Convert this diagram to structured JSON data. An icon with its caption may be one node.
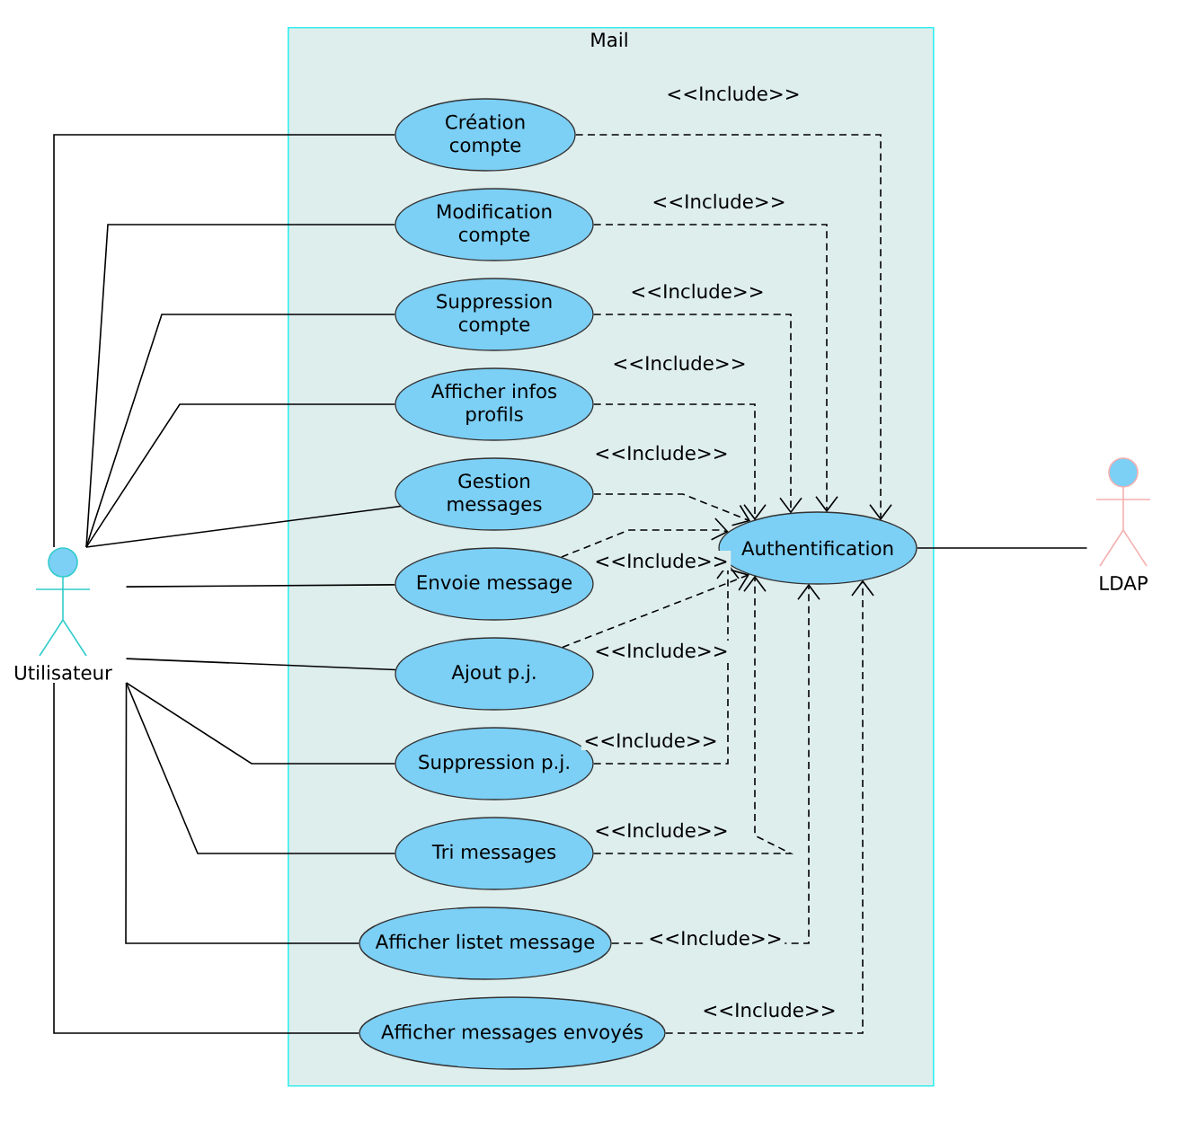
{
  "diagram": {
    "nodes": [
      {
        "text": [
          "Mail"
        ]
      },
      {
        "text": [
          "Création compte"
        ],
        "in": 0
      },
      {
        "text": [
          "Modification compte"
        ],
        "in": 0
      },
      {
        "text": [
          "Suppression compte"
        ],
        "in": 0
      },
      {
        "text": [
          "Afficher infos profils"
        ],
        "in": 0
      },
      {
        "text": [
          "Gestion messages"
        ],
        "in": 0
      },
      {
        "text": [
          "Authentification"
        ],
        "in": 0
      },
      {
        "text": [
          "Envoie message"
        ],
        "in": 0
      },
      {
        "text": [
          "Ajout p.j."
        ],
        "in": 0
      },
      {
        "text": [
          "Suppression p.j."
        ],
        "in": 0
      },
      {
        "text": [
          "Tri messages"
        ],
        "in": 0
      },
      {
        "text": [
          "Afficher listet message"
        ],
        "in": 0
      },
      {
        "text": [
          "Afficher messages envoyés"
        ],
        "in": 0
      },
      {
        "text": [
          "Utilisateur"
        ]
      },
      {
        "text": [
          "LDAP"
        ]
      }
    ],
    "edges": [
      {
        "from": 13,
        "to": 1,
        "arrow": "none"
      },
      {
        "from": 13,
        "to": 2,
        "arrow": "none"
      },
      {
        "from": 13,
        "to": 3,
        "arrow": "none"
      },
      {
        "from": 13,
        "to": 4,
        "arrow": "none"
      },
      {
        "from": 13,
        "to": 5,
        "arrow": "none"
      },
      {
        "from": 13,
        "to": 7,
        "arrow": "none"
      },
      {
        "from": 13,
        "to": 8,
        "arrow": "none"
      },
      {
        "from": 13,
        "to": 9,
        "arrow": "none"
      },
      {
        "from": 13,
        "to": 10,
        "arrow": "none"
      },
      {
        "from": 13,
        "to": 11,
        "arrow": "none"
      },
      {
        "from": 13,
        "to": 12,
        "arrow": "none"
      },
      {
        "from": 1,
        "to": 6,
        "arrow": "to",
        "style": "dashed",
        "label": "<<Include>>"
      },
      {
        "from": 2,
        "to": 6,
        "arrow": "to",
        "style": "dashed",
        "label": "<<Include>>"
      },
      {
        "from": 3,
        "to": 6,
        "arrow": "to",
        "style": "dashed",
        "label": "<<Include>>"
      },
      {
        "from": 4,
        "to": 6,
        "arrow": "to",
        "style": "dashed",
        "label": "<<Include>>"
      },
      {
        "from": 5,
        "to": 6,
        "arrow": "to",
        "style": "dashed",
        "label": "<<Include>>"
      },
      {
        "from": 7,
        "to": 6,
        "arrow": "to",
        "style": "dashed",
        "label": "<<Include>>"
      },
      {
        "from": 8,
        "to": 6,
        "arrow": "to",
        "style": "dashed",
        "label": "<<Include>>"
      },
      {
        "from": 9,
        "to": 6,
        "arrow": "to",
        "style": "dashed",
        "label": "<<Include>>"
      },
      {
        "from": 10,
        "to": 6,
        "arrow": "to",
        "style": "dashed",
        "label": "<<Include>>"
      },
      {
        "from": 11,
        "to": 6,
        "arrow": "to",
        "style": "dashed",
        "label": "<<Include>>"
      },
      {
        "from": 12,
        "to": 6,
        "arrow": "to",
        "style": "dashed",
        "label": "<<Include>>"
      },
      {
        "from": 6,
        "to": 14,
        "arrow": "none"
      }
    ]
  }
}
